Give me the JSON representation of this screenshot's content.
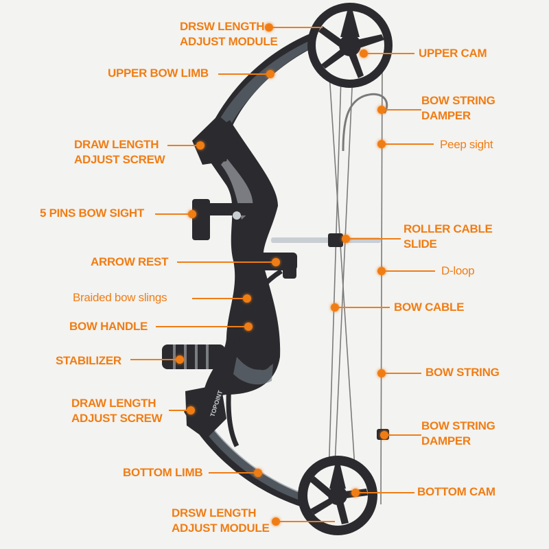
{
  "colors": {
    "accent": "#f07d14",
    "background": "#f3f3f1",
    "bow_dark": "#2b2b2f",
    "bow_mid": "#6f7a84",
    "bow_light": "#c9ced3",
    "string": "#7a7a7a"
  },
  "labels": {
    "drsw_upper": "DRSW LENGTH\nADJUST MODULE",
    "upper_cam": "UPPER CAM",
    "upper_limb": "UPPER BOW LIMB",
    "string_damper_upper": "BOW STRING\nDAMPER",
    "draw_screw_upper": "DRAW LENGTH\nADJUST SCREW",
    "peep_sight": "Peep sight",
    "bow_sight": "5 PINS BOW SIGHT",
    "roller_slide": "ROLLER CABLE\nSLIDE",
    "arrow_rest": "ARROW REST",
    "d_loop": "D-loop",
    "slings": "Braided bow slings",
    "bow_cable": "BOW CABLE",
    "handle": "BOW HANDLE",
    "stabilizer": "STABILIZER",
    "bow_string": "BOW STRING",
    "draw_screw_lower": "DRAW LENGTH\nADJUST SCREW",
    "string_damper_lower": "BOW STRING\nDAMPER",
    "bottom_limb": "BOTTOM LIMB",
    "bottom_cam": "BOTTOM CAM",
    "drsw_lower": "DRSW LENGTH\nADJUST MODULE"
  },
  "limb_marking": "TOPOINT"
}
